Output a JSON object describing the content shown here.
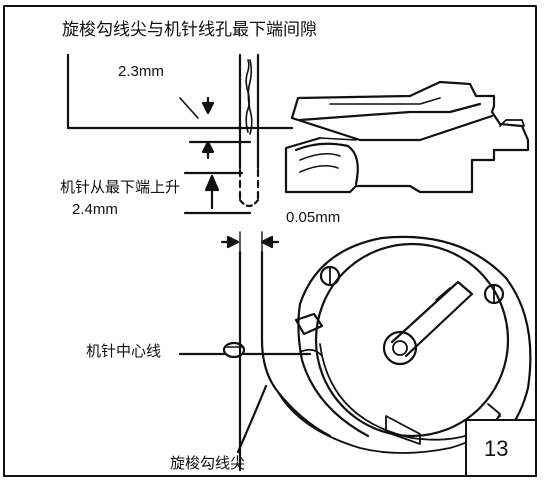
{
  "labels": {
    "gap_title": "旋梭勾线尖与机针线孔最下端间隙",
    "gap_value": "2.3mm",
    "rise_label": "机针从最下端上升",
    "rise_value": "2.4mm",
    "clearance_value": "0.05mm",
    "needle_center_label": "机针中心线",
    "hook_point_label": "旋梭勾线尖"
  },
  "figure": {
    "number": "13"
  },
  "colors": {
    "ink": "#111111",
    "background": "#ffffff"
  }
}
